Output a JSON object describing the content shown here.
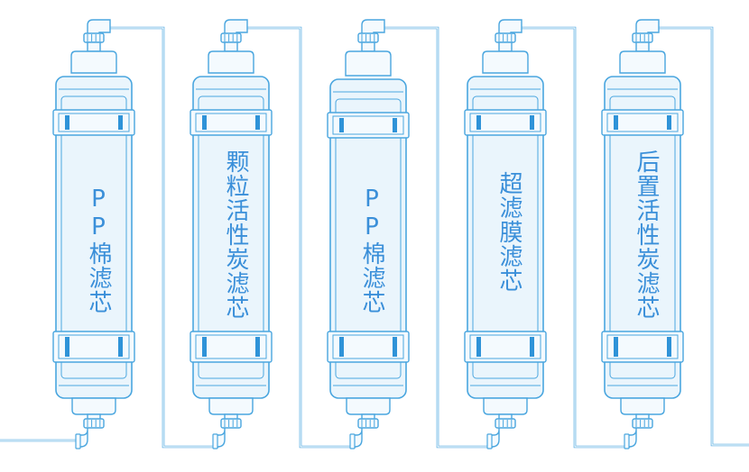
{
  "colors": {
    "stroke": "#4aa6df",
    "body_fill": "#eaf5fc",
    "cap_fill": "#f4fafe",
    "band_mark": "#2f93d8",
    "label": "#3a8fd9",
    "background": "#ffffff"
  },
  "filters": [
    {
      "label": "PP棉滤芯"
    },
    {
      "label": "颗粒活性炭滤芯"
    },
    {
      "label": "PP棉滤芯"
    },
    {
      "label": "超滤膜滤芯"
    },
    {
      "label": "后置活性炭滤芯"
    }
  ]
}
